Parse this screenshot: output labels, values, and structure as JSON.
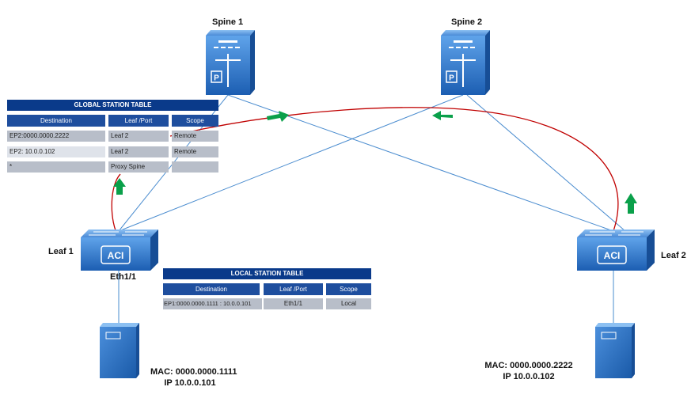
{
  "spines": [
    {
      "label": "Spine 1"
    },
    {
      "label": "Spine 2"
    }
  ],
  "leaves": [
    {
      "label": "Leaf 1",
      "badge": "ACI",
      "port": "Eth1/1"
    },
    {
      "label": "Leaf 2",
      "badge": "ACI"
    }
  ],
  "spine_icon_letter": "P",
  "hosts": [
    {
      "mac": "MAC: 0000.0000.1111",
      "ip": "IP 10.0.0.101"
    },
    {
      "mac": "MAC: 0000.0000.2222",
      "ip": "IP 10.0.0.102"
    }
  ],
  "global_table": {
    "title": "GLOBAL STATION TABLE",
    "headers": [
      "Destination",
      "Leaf /Port",
      "Scope"
    ],
    "rows": [
      [
        "EP2:0000.0000.2222",
        "Leaf 2",
        "Remote"
      ],
      [
        "EP2: 10.0.0.102",
        "Leaf 2",
        "Remote"
      ],
      [
        "*",
        "Proxy Spine",
        ""
      ]
    ]
  },
  "local_table": {
    "title": "LOCAL STATION TABLE",
    "headers": [
      "Destination",
      "Leaf /Port",
      "Scope"
    ],
    "rows": [
      [
        "EP1:0000.0000.1111 : 10.0.0.101",
        "Eth1/1",
        "Local"
      ]
    ]
  },
  "colors": {
    "link": "#4a8ccf",
    "path": "#c00000",
    "arrow": "#0aa04a",
    "device": "#2a73c8",
    "table_title": "#0a3a8a",
    "table_header": "#1e4e9e"
  }
}
